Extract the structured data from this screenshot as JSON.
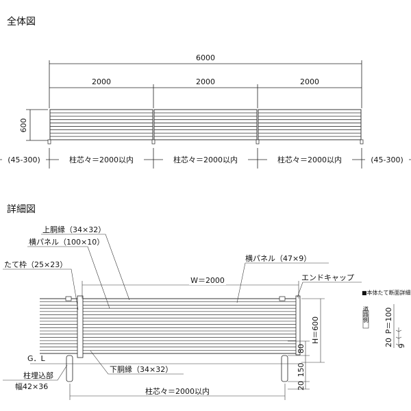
{
  "overview": {
    "title": "全体図",
    "total_width": "6000",
    "span_labels": [
      "2000",
      "2000",
      "2000"
    ],
    "height": "600",
    "left_offset": "(45-300)",
    "right_offset": "(45-300)",
    "post_pitch_labels": [
      "柱芯々＝2000以内",
      "柱芯々＝2000以内",
      "柱芯々＝2000以内"
    ]
  },
  "detail": {
    "title": "詳細図",
    "upper_rail": "上胴縁（34×32）",
    "horizontal_panel_wide": "横パネル（100×10）",
    "vertical_frame": "たて枠（25×23）",
    "horizontal_panel_narrow": "横パネル（47×9）",
    "end_cap": "エンドキャップ",
    "width_label": "W＝2000",
    "height_label": "H＝600",
    "gl_label": "G．L",
    "lower_rail": "下胴縁（34×32）",
    "post_embed": "柱埋込部",
    "post_width": "幅42×36",
    "post_pitch": "柱芯々＝2000以内",
    "dim_80": "80",
    "dim_150": "150",
    "dim_20": "20",
    "section_title": "■本体たて断面詳細",
    "section_side_label": "道路側",
    "section_pitch": "P＝100",
    "section_20": "20",
    "section_9": "9"
  }
}
